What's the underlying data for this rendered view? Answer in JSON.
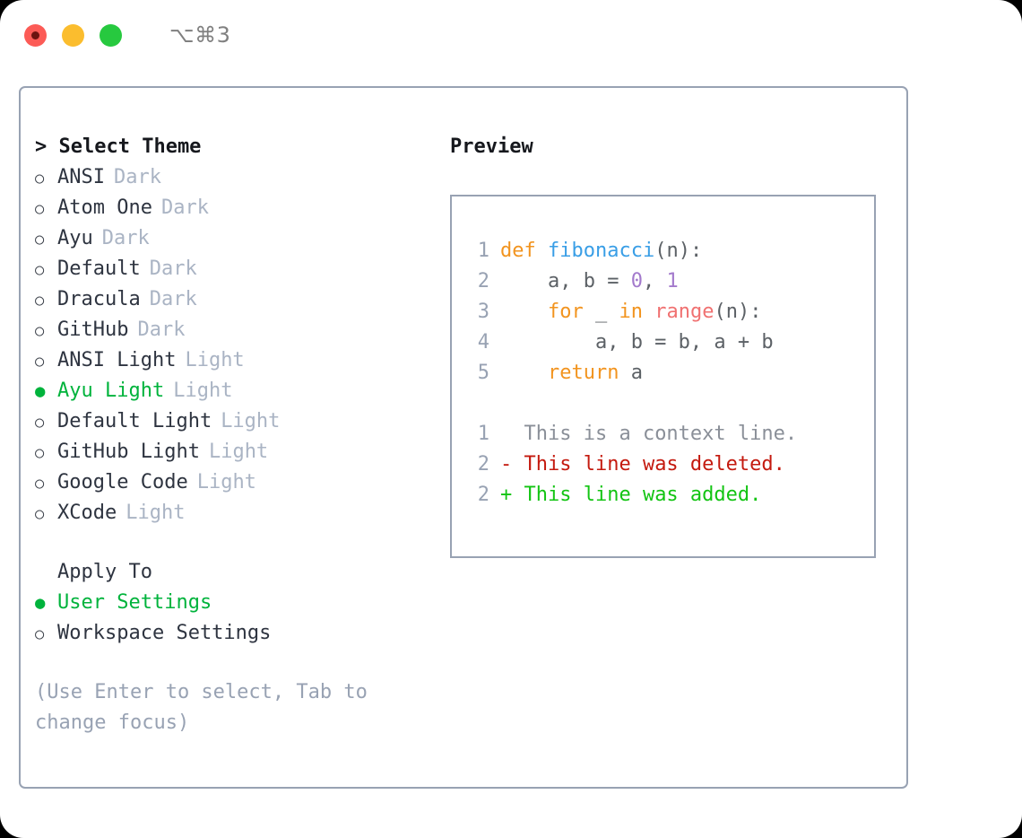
{
  "titlebar": {
    "shortcut": "⌥⌘3",
    "buttons": [
      "close",
      "minimize",
      "zoom"
    ]
  },
  "theme_panel": {
    "header": "> Select Theme",
    "caret": ">",
    "header_label": "Select Theme",
    "marker_unselected": "○",
    "marker_selected": "●",
    "selected_color": "#00b33c",
    "items": [
      {
        "label": "ANSI",
        "tag": "Dark",
        "selected": false
      },
      {
        "label": "Atom One",
        "tag": "Dark",
        "selected": false
      },
      {
        "label": "Ayu",
        "tag": "Dark",
        "selected": false
      },
      {
        "label": "Default",
        "tag": "Dark",
        "selected": false
      },
      {
        "label": "Dracula",
        "tag": "Dark",
        "selected": false
      },
      {
        "label": "GitHub",
        "tag": "Dark",
        "selected": false
      },
      {
        "label": "ANSI Light",
        "tag": "Light",
        "selected": false
      },
      {
        "label": "Ayu Light",
        "tag": "Light",
        "selected": true
      },
      {
        "label": "Default Light",
        "tag": "Light",
        "selected": false
      },
      {
        "label": "GitHub Light",
        "tag": "Light",
        "selected": false
      },
      {
        "label": "Google Code",
        "tag": "Light",
        "selected": false
      },
      {
        "label": "XCode",
        "tag": "Light",
        "selected": false
      }
    ]
  },
  "apply_to": {
    "header": "Apply To",
    "items": [
      {
        "label": "User Settings",
        "selected": true
      },
      {
        "label": "Workspace Settings",
        "selected": false
      }
    ]
  },
  "hint": "(Use Enter to select, Tab to change focus)",
  "preview": {
    "title": "Preview",
    "code": [
      {
        "lineno": "1",
        "tokens": [
          {
            "text": "def ",
            "type": "kw"
          },
          {
            "text": "fibonacci",
            "type": "fn"
          },
          {
            "text": "(n):",
            "type": "pl"
          }
        ]
      },
      {
        "lineno": "2",
        "tokens": [
          {
            "text": "    a, b = ",
            "type": "pl"
          },
          {
            "text": "0",
            "type": "num"
          },
          {
            "text": ", ",
            "type": "pl"
          },
          {
            "text": "1",
            "type": "num"
          }
        ]
      },
      {
        "lineno": "3",
        "tokens": [
          {
            "text": "    ",
            "type": "pl"
          },
          {
            "text": "for",
            "type": "kw"
          },
          {
            "text": " _ ",
            "type": "pl"
          },
          {
            "text": "in",
            "type": "kw"
          },
          {
            "text": " ",
            "type": "pl"
          },
          {
            "text": "range",
            "type": "bi"
          },
          {
            "text": "(n):",
            "type": "pl"
          }
        ]
      },
      {
        "lineno": "4",
        "tokens": [
          {
            "text": "        a, b = b, a + b",
            "type": "pl"
          }
        ]
      },
      {
        "lineno": "5",
        "tokens": [
          {
            "text": "    ",
            "type": "pl"
          },
          {
            "text": "return",
            "type": "kw"
          },
          {
            "text": " a",
            "type": "pl"
          }
        ]
      }
    ],
    "diff": [
      {
        "lineno": "1",
        "marker": " ",
        "text": " This is a context line.",
        "type": "ctx"
      },
      {
        "lineno": "2",
        "marker": "-",
        "text": " This line was deleted.",
        "type": "del"
      },
      {
        "lineno": "2",
        "marker": "+",
        "text": " This line was added.",
        "type": "add"
      }
    ]
  }
}
